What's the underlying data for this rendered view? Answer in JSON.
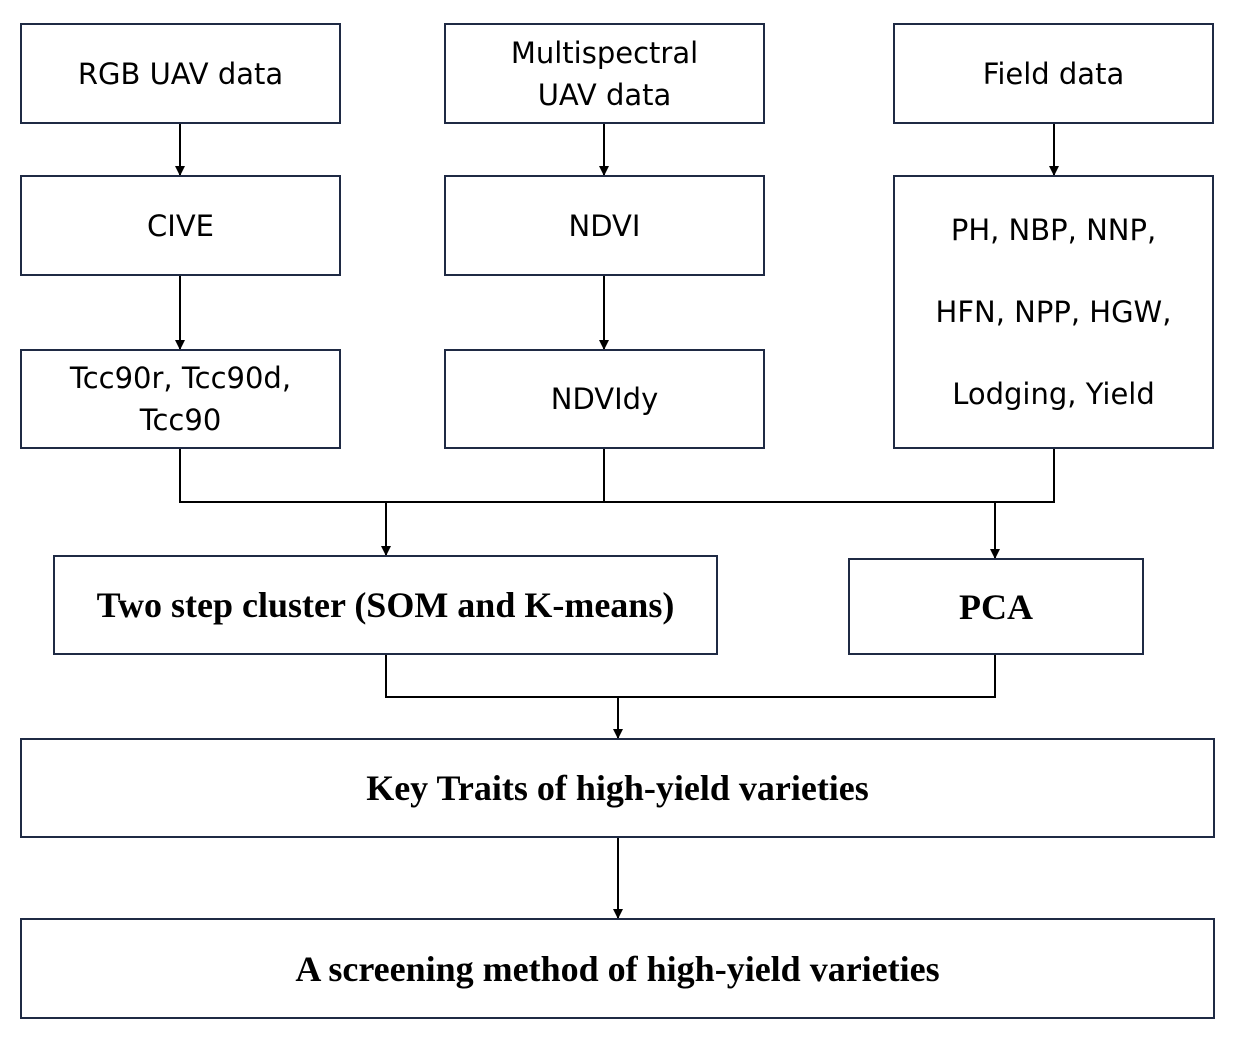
{
  "sources": {
    "rgb": "RGB UAV data",
    "multispectral_line1": "Multispectral",
    "multispectral_line2": "UAV data",
    "field": "Field data"
  },
  "indices": {
    "cive": "CIVE",
    "ndvi": "NDVI"
  },
  "field_traits": {
    "line1": "PH, NBP, NNP,",
    "line2": "HFN, NPP, HGW,",
    "line3": "Lodging, Yield"
  },
  "derived": {
    "tcc_line1": "Tcc90r, Tcc90d,",
    "tcc_line2": "Tcc90",
    "ndvidy": "NDVIdy"
  },
  "analysis": {
    "cluster": "Two step cluster (SOM and K-means)",
    "pca": "PCA"
  },
  "results": {
    "key_traits": "Key Traits of high-yield varieties",
    "screening": "A screening method of high-yield varieties"
  },
  "colors": {
    "box_border": "#1f2a44",
    "connector": "#000000"
  }
}
